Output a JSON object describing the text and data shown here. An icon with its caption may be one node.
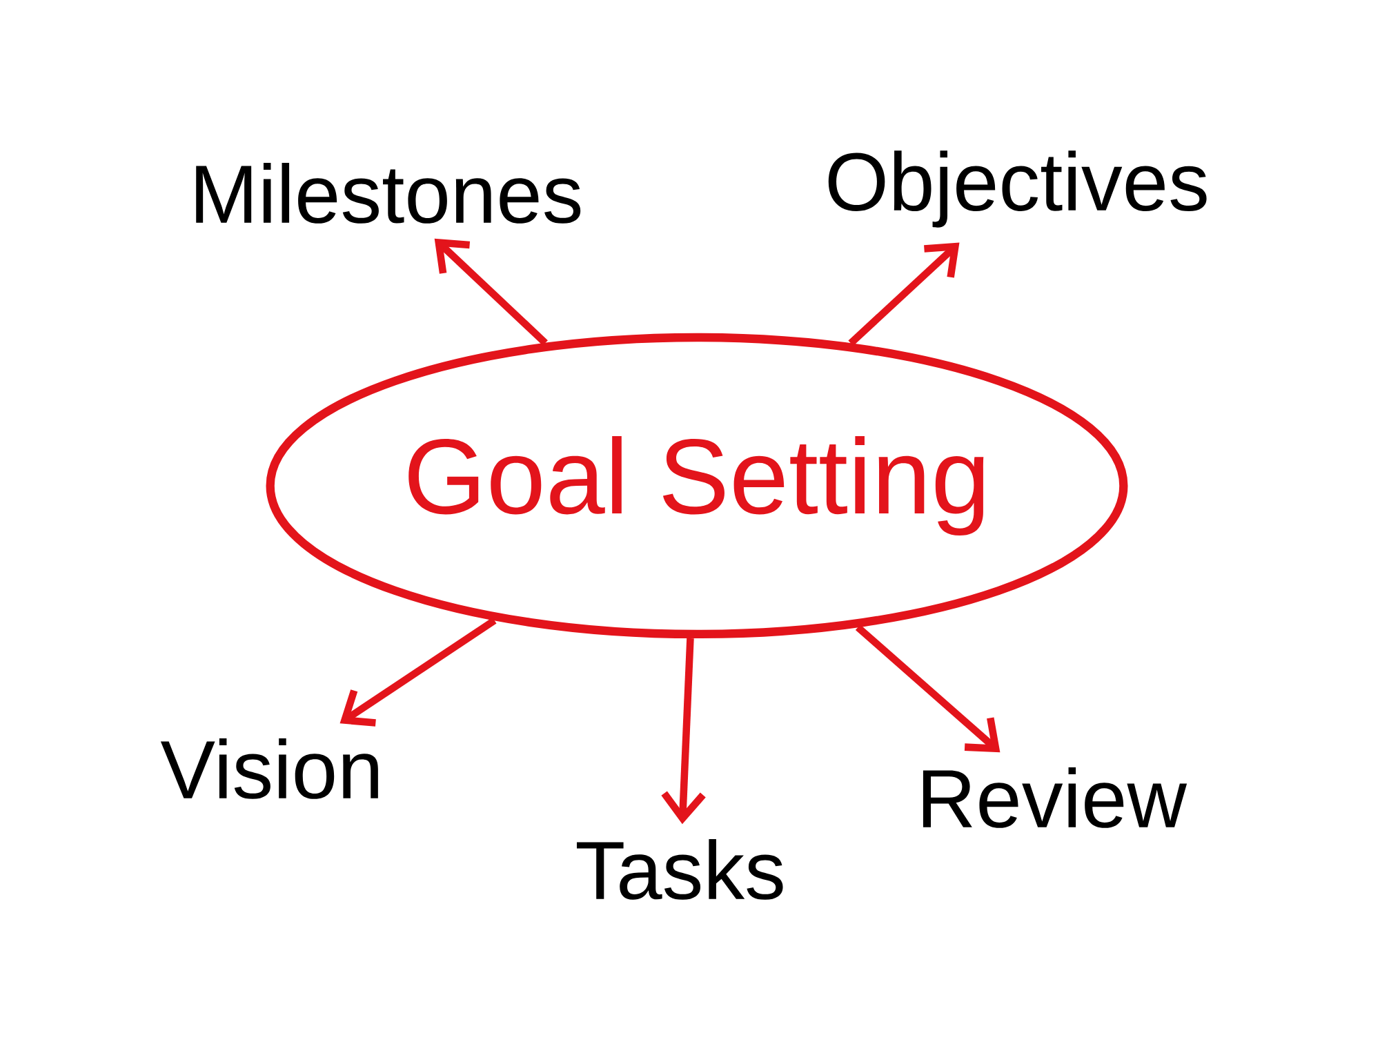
{
  "diagram": {
    "nodes": [
      {
        "text": [
          "Goal Setting"
        ]
      },
      {
        "text": [
          "Milestones"
        ]
      },
      {
        "text": [
          "Objectives"
        ]
      },
      {
        "text": [
          "Vision"
        ]
      },
      {
        "text": [
          "Tasks"
        ]
      },
      {
        "text": [
          "Review"
        ]
      }
    ],
    "edges": [
      {
        "from": 0,
        "to": 1,
        "arrow": "to"
      },
      {
        "from": 0,
        "to": 2,
        "arrow": "to"
      },
      {
        "from": 0,
        "to": 3,
        "arrow": "to"
      },
      {
        "from": 0,
        "to": 4,
        "arrow": "to"
      },
      {
        "from": 0,
        "to": 5,
        "arrow": "to"
      }
    ]
  }
}
